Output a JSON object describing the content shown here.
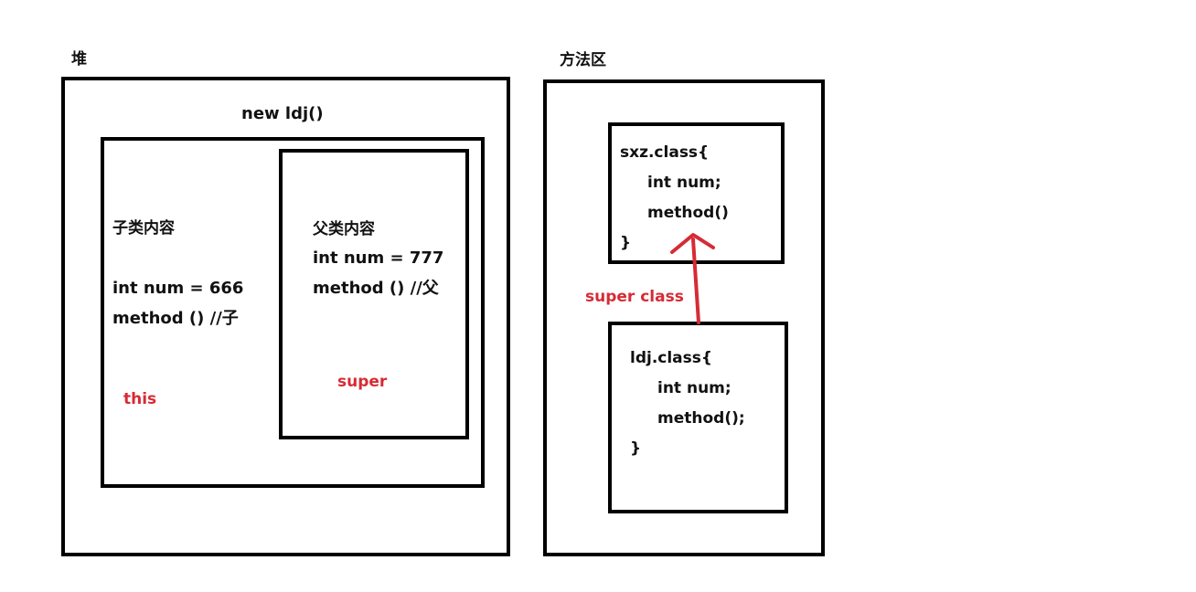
{
  "heap": {
    "title": "堆",
    "object_label": "new ldj()",
    "child": {
      "heading": "子类内容",
      "field": "int num = 666",
      "method": "method () //子",
      "ref_keyword": "this"
    },
    "parent": {
      "heading": "父类内容",
      "field": "int num = 777",
      "method": "method () //父",
      "ref_keyword": "super"
    }
  },
  "method_area": {
    "title": "方法区",
    "super_class": {
      "header": "sxz.class{",
      "field": "int num;",
      "method": "method()",
      "close": "}"
    },
    "sub_class": {
      "header": "ldj.class{",
      "field": "int num;",
      "method": "method();",
      "close": "}"
    },
    "relation_label": "super class"
  },
  "colors": {
    "border": "#000000",
    "accent_red": "#d62b35",
    "text": "#111111",
    "background": "#ffffff"
  }
}
